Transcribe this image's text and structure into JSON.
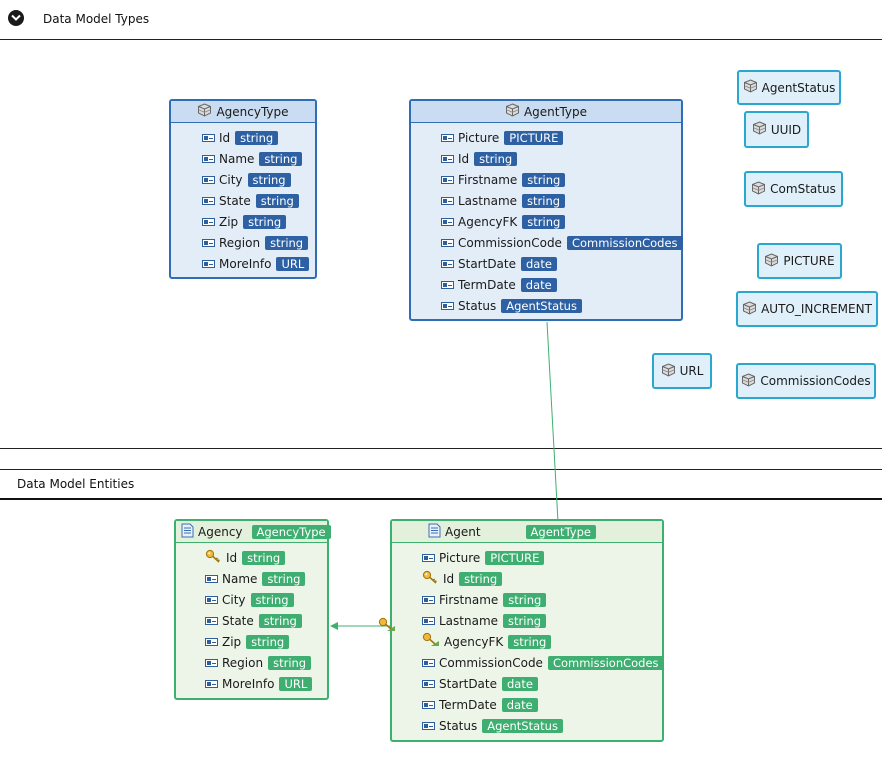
{
  "types_section": {
    "title": "Data Model Types"
  },
  "entities_section": {
    "title": "Data Model Entities"
  },
  "agency_type": {
    "title": "AgencyType",
    "fields": [
      {
        "name": "Id",
        "type": "string"
      },
      {
        "name": "Name",
        "type": "string"
      },
      {
        "name": "City",
        "type": "string"
      },
      {
        "name": "State",
        "type": "string"
      },
      {
        "name": "Zip",
        "type": "string"
      },
      {
        "name": "Region",
        "type": "string"
      },
      {
        "name": "MoreInfo",
        "type": "URL"
      }
    ]
  },
  "agent_type": {
    "title": "AgentType",
    "fields": [
      {
        "name": "Picture",
        "type": "PICTURE"
      },
      {
        "name": "Id",
        "type": "string"
      },
      {
        "name": "Firstname",
        "type": "string"
      },
      {
        "name": "Lastname",
        "type": "string"
      },
      {
        "name": "AgencyFK",
        "type": "string"
      },
      {
        "name": "CommissionCode",
        "type": "CommissionCodes"
      },
      {
        "name": "StartDate",
        "type": "date"
      },
      {
        "name": "TermDate",
        "type": "date"
      },
      {
        "name": "Status",
        "type": "AgentStatus"
      }
    ]
  },
  "simple_types": [
    "AgentStatus",
    "UUID",
    "ComStatus",
    "PICTURE",
    "AUTO_INCREMENT",
    "URL",
    "CommissionCodes"
  ],
  "agency_entity": {
    "title": "Agency",
    "type": "AgencyType",
    "fields": [
      {
        "name": "Id",
        "type": "string",
        "key": "primary"
      },
      {
        "name": "Name",
        "type": "string"
      },
      {
        "name": "City",
        "type": "string"
      },
      {
        "name": "State",
        "type": "string"
      },
      {
        "name": "Zip",
        "type": "string"
      },
      {
        "name": "Region",
        "type": "string"
      },
      {
        "name": "MoreInfo",
        "type": "URL"
      }
    ]
  },
  "agent_entity": {
    "title": "Agent",
    "type": "AgentType",
    "fields": [
      {
        "name": "Picture",
        "type": "PICTURE"
      },
      {
        "name": "Id",
        "type": "string",
        "key": "primary"
      },
      {
        "name": "Firstname",
        "type": "string"
      },
      {
        "name": "Lastname",
        "type": "string"
      },
      {
        "name": "AgencyFK",
        "type": "string",
        "key": "foreign"
      },
      {
        "name": "CommissionCode",
        "type": "CommissionCodes"
      },
      {
        "name": "StartDate",
        "type": "date"
      },
      {
        "name": "TermDate",
        "type": "date"
      },
      {
        "name": "Status",
        "type": "AgentStatus"
      }
    ]
  },
  "colors": {
    "type_border": "#2f6db4",
    "type_badge": "#2e61a3",
    "entity_border": "#3db070",
    "entity_badge": "#3fae71",
    "chip_border": "#2aa7cf"
  }
}
